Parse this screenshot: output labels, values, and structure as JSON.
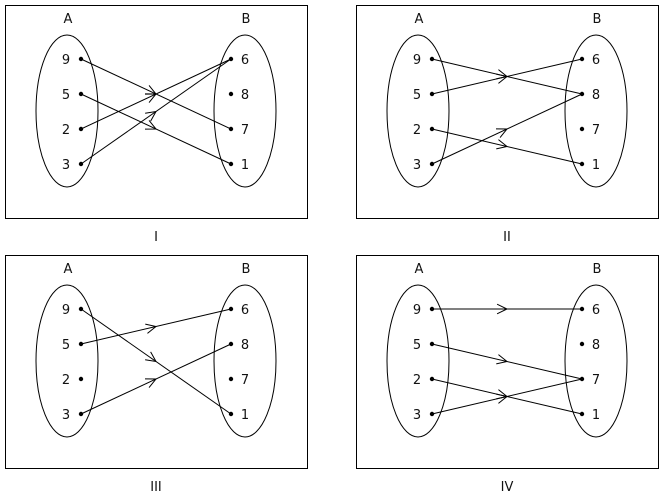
{
  "panels": [
    {
      "caption": "I",
      "set_a_label": "A",
      "set_b_label": "B",
      "a_elements": [
        "9",
        "5",
        "2",
        "3"
      ],
      "b_elements": [
        "6",
        "8",
        "7",
        "1"
      ],
      "mappings": [
        [
          "9",
          "7"
        ],
        [
          "5",
          "1"
        ],
        [
          "2",
          "6"
        ],
        [
          "3",
          "6"
        ]
      ]
    },
    {
      "caption": "II",
      "set_a_label": "A",
      "set_b_label": "B",
      "a_elements": [
        "9",
        "5",
        "2",
        "3"
      ],
      "b_elements": [
        "6",
        "8",
        "7",
        "1"
      ],
      "mappings": [
        [
          "9",
          "8"
        ],
        [
          "5",
          "6"
        ],
        [
          "2",
          "1"
        ],
        [
          "3",
          "8"
        ]
      ]
    },
    {
      "caption": "III",
      "set_a_label": "A",
      "set_b_label": "B",
      "a_elements": [
        "9",
        "5",
        "2",
        "3"
      ],
      "b_elements": [
        "6",
        "8",
        "7",
        "1"
      ],
      "mappings": [
        [
          "9",
          "1"
        ],
        [
          "5",
          "6"
        ],
        [
          "3",
          "8"
        ]
      ]
    },
    {
      "caption": "IV",
      "set_a_label": "A",
      "set_b_label": "B",
      "a_elements": [
        "9",
        "5",
        "2",
        "3"
      ],
      "b_elements": [
        "6",
        "8",
        "7",
        "1"
      ],
      "mappings": [
        [
          "9",
          "6"
        ],
        [
          "5",
          "7"
        ],
        [
          "2",
          "1"
        ],
        [
          "3",
          "7"
        ]
      ]
    }
  ]
}
